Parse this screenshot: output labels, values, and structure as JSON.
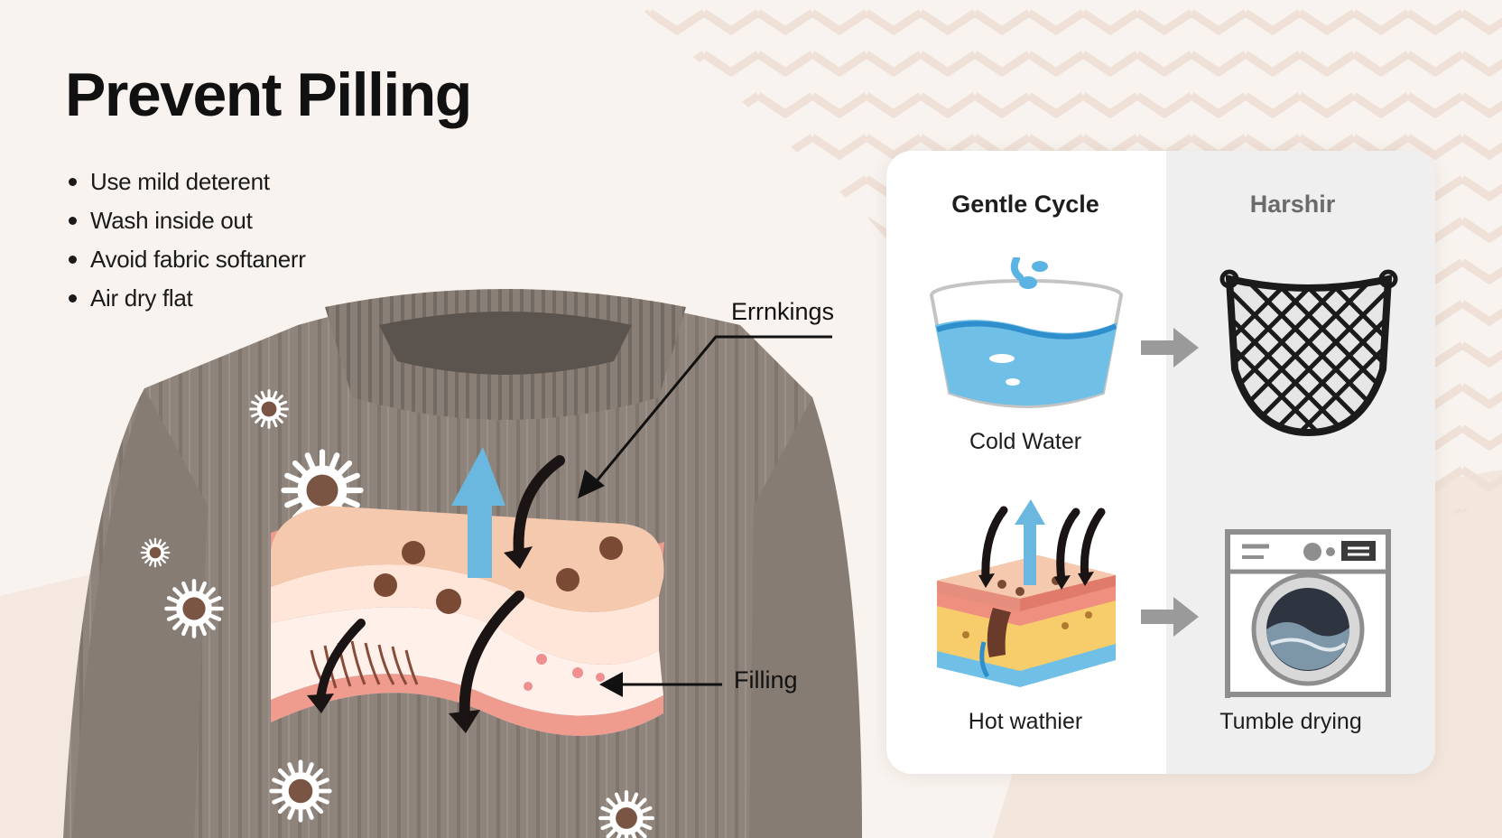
{
  "title": "Prevent Pilling",
  "tips": [
    "Use mild deterent",
    "Wash inside out",
    "Avoid fabric softanerr",
    "Air dry flat"
  ],
  "callouts": {
    "top": "Errnkings",
    "bottom": "Filling"
  },
  "comparison": {
    "gentle_heading": "Gentle Cycle",
    "harsh_heading": "Harshir",
    "items": {
      "cold_water": "Cold Water",
      "hot_water": "Hot wathier",
      "tumble_drying": "Tumble drying"
    }
  },
  "colors": {
    "sweater": "#8f847b",
    "water": "#6fbfe6",
    "fabric_top": "#f5c9ae",
    "pill": "#7a4a35"
  },
  "icons": [
    "sweater-illustration",
    "fabric-cross-section",
    "water-bowl-icon",
    "mesh-bag-icon",
    "hot-fabric-icon",
    "washing-machine-icon",
    "arrow-right-icon"
  ]
}
